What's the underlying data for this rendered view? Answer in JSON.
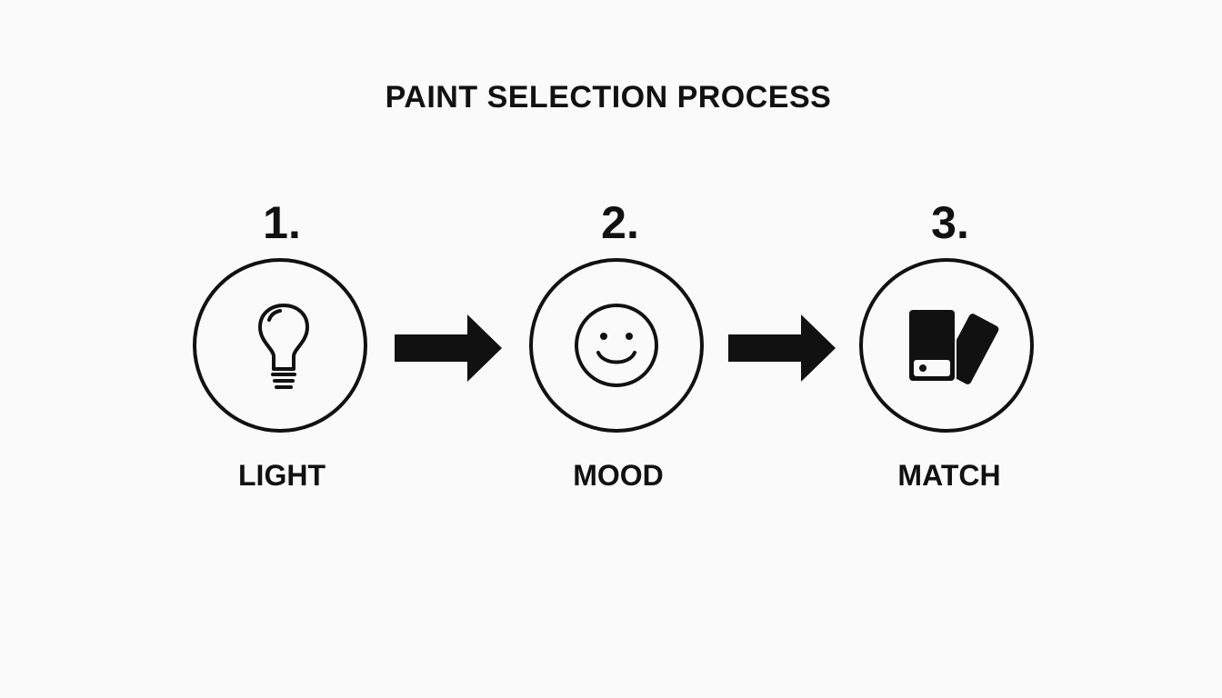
{
  "title": "PAINT SELECTION PROCESS",
  "steps": [
    {
      "number": "1.",
      "label": "LIGHT",
      "icon": "lightbulb-icon"
    },
    {
      "number": "2.",
      "label": "MOOD",
      "icon": "smiley-face-icon"
    },
    {
      "number": "3.",
      "label": "MATCH",
      "icon": "paint-swatch-cards-icon"
    }
  ]
}
